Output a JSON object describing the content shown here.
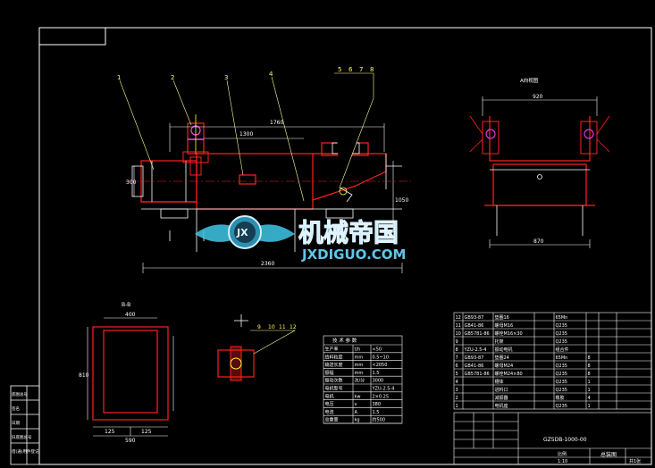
{
  "drawing": {
    "colors": {
      "frame": "#ffffff",
      "red": "#ff2020",
      "yellow": "#ffff40",
      "cyan": "#40c8e8",
      "magenta": "#ff40ff",
      "leader": "#ffff99"
    },
    "balloons_main": [
      "1",
      "2",
      "3",
      "4",
      "5",
      "6",
      "7",
      "8"
    ],
    "dims_main": {
      "span": "1760",
      "total": "2360",
      "inner": "1300",
      "left_h": "300",
      "right_h": "1050"
    },
    "side_view": {
      "title": "A向视图",
      "top_width": "920",
      "bottom_width": "870"
    },
    "section_view": {
      "title": "B-B",
      "top_width": "400",
      "height": "810",
      "base_width": "590",
      "foot_left": "125",
      "foot_right": "125"
    },
    "detail_view": {
      "balloons": [
        "9",
        "10",
        "11",
        "12"
      ]
    }
  },
  "tech_table": {
    "title": "技 术 参 数",
    "rows": [
      [
        "生产率",
        "t/h",
        "<50"
      ],
      [
        "给料粒度",
        "mm",
        "0.5~10"
      ],
      [
        "输送长度",
        "mm",
        "<2050"
      ],
      [
        "振幅",
        "mm",
        "1.5"
      ],
      [
        "振动次数",
        "次/分",
        "3000"
      ],
      [
        "电机型号",
        "",
        "YZU-2.5-4"
      ],
      [
        "电机",
        "kw",
        "2×0.25"
      ],
      [
        "电压",
        "v",
        "380"
      ],
      [
        "电流",
        "A",
        "1.5"
      ],
      [
        "总重量",
        "kg",
        "约500"
      ]
    ]
  },
  "parts_list": [
    [
      "12",
      "GB93-87",
      "垫圈16",
      "",
      "65Mn",
      "",
      "",
      ""
    ],
    [
      "11",
      "GB41-86",
      "螺母M16",
      "",
      "Q235",
      "",
      "",
      ""
    ],
    [
      "10",
      "GB5781-86",
      "螺栓M16×30",
      "",
      "Q235",
      "",
      "",
      ""
    ],
    [
      "9",
      "",
      "托架",
      "",
      "Q235",
      "",
      "",
      ""
    ],
    [
      "8",
      "YZU-2.5-4",
      "振动电机",
      "",
      "组合件",
      "",
      "",
      ""
    ],
    [
      "7",
      "GB93-87",
      "垫圈24",
      "",
      "65Mn",
      "8",
      "",
      ""
    ],
    [
      "6",
      "GB41-86",
      "螺母M24",
      "",
      "Q235",
      "8",
      "",
      ""
    ],
    [
      "5",
      "GB5781-86",
      "螺栓M24×80",
      "",
      "Q235",
      "8",
      "",
      ""
    ],
    [
      "4",
      "",
      "槽体",
      "",
      "Q235",
      "1",
      "",
      ""
    ],
    [
      "3",
      "",
      "进料口",
      "",
      "Q235",
      "1",
      "",
      ""
    ],
    [
      "2",
      "",
      "减振器",
      "",
      "橡胶",
      "4",
      "",
      ""
    ],
    [
      "1",
      "",
      "电机座",
      "",
      "Q235",
      "1",
      "",
      ""
    ]
  ],
  "title_block": {
    "drawing_no": "GZ5DB-1000-00",
    "name": "总装图",
    "scale_label": "比例",
    "scale": "1:10",
    "sheet": "共1张"
  },
  "left_strip": [
    "底图总号",
    "签名",
    "日期",
    "旧底图总号",
    "借(通)用件登记"
  ],
  "watermark": {
    "cn": "机械帝国",
    "url": "JXDIGUO.COM",
    "badge": "JX"
  }
}
